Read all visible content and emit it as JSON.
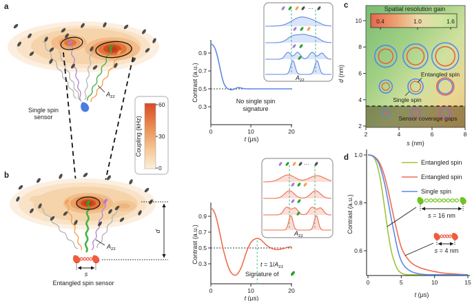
{
  "panel_labels": {
    "a": "a",
    "b": "b",
    "c": "c",
    "d": "d"
  },
  "azz": {
    "base": "A",
    "sub": "zz"
  },
  "ellipsis": "···",
  "icons": {
    "spin-icon": "tilted dark grain (nuclear spin)",
    "target-spin-icon": "green spin",
    "purple-spin-icon": "purple spin",
    "orange-spin-icon": "orange spin",
    "single-sensor-icon": "blue spin blob",
    "entangled-sensor-icon": "two red spin blobs joined by helix"
  },
  "colors": {
    "blue": "#5d87e6",
    "red": "#ef6a4e",
    "green_curve": "#9ec437",
    "purple": "#a97fd0",
    "orange": "#f5a04c",
    "gray_spin": "#4d4d4d",
    "circle_blue": "#5585f0",
    "circle_red": "#e8604a",
    "marker_green": "#4dbd7c"
  },
  "panel_a": {
    "sensor_label": [
      "Single spin",
      "sensor"
    ],
    "plot": {
      "ylabel": "Contrast (a.u.)",
      "xlabel_t": "t",
      "xlabel_unit": " (μs)",
      "yticks": [
        "0.9",
        "0.7",
        "0.5",
        "0.3"
      ],
      "xticks": [
        "0",
        "10",
        "20"
      ],
      "annotation": [
        "No single spin",
        "signature"
      ]
    }
  },
  "colorbar": {
    "title": "Coupling (kHz)",
    "ticks": [
      "60",
      "30",
      "0"
    ]
  },
  "panel_b": {
    "sensor_label": "Entangled spin sensor",
    "s_label": "s",
    "d_label": "d",
    "plot": {
      "ylabel": "Contrast (a.u.)",
      "xlabel_t": "t",
      "xlabel_unit": " (μs)",
      "yticks": [
        "0.9",
        "0.7",
        "0.5",
        "0.3"
      ],
      "xticks": [
        "0",
        "10",
        "20"
      ],
      "ann_t": "t",
      "ann_eq": " = 1/",
      "signature": "Signature of"
    }
  },
  "panel_c": {
    "title": "Spatial resolution gain",
    "cb_ticks": [
      "0.4",
      "1.0",
      "1.6"
    ],
    "ylabel_d": "d",
    "ylabel_unit": " (nm)",
    "xlabel_s": "s",
    "xlabel_unit": " (nm)",
    "yticks": [
      "2",
      "4",
      "6",
      "8",
      "10"
    ],
    "xticks": [
      "2",
      "4",
      "6",
      "8"
    ],
    "label_entangled": "Entangled spin",
    "label_single": "Single spin",
    "label_gaps": "Sensor coverage gaps"
  },
  "panel_d": {
    "legend": [
      "Entangled spin",
      "Entangled spin",
      "Single spin"
    ],
    "ylabel": "Contrast (a.u.)",
    "xlabel_t": "t",
    "xlabel_unit": " (μs)",
    "yticks": [
      "1.0",
      "0.8",
      "0.6"
    ],
    "xticks": [
      "0",
      "5",
      "10",
      "15"
    ],
    "inset_green_s": "s",
    "inset_green_val": " = 16 nm",
    "inset_red_s": "s",
    "inset_red_val": " = 4 nm"
  },
  "chart_data": [
    {
      "id": "a_contrast",
      "type": "line",
      "xlabel": "t (μs)",
      "ylabel": "Contrast (a.u.)",
      "xlim": [
        0,
        20
      ],
      "yticks": [
        0.3,
        0.5,
        0.7,
        0.9
      ],
      "reference_y": 0.5,
      "annotation": "No single spin signature",
      "series": [
        {
          "name": "Single spin sensor",
          "color": "#5d87e6",
          "x": [
            0,
            0.5,
            1,
            1.5,
            2,
            2.5,
            3,
            3.5,
            4,
            4.5,
            5,
            5.5,
            6,
            6.5,
            7,
            7.5,
            8,
            9,
            10,
            12,
            14,
            16,
            18,
            20
          ],
          "y": [
            1.0,
            0.99,
            0.955,
            0.885,
            0.79,
            0.685,
            0.59,
            0.535,
            0.508,
            0.496,
            0.49,
            0.492,
            0.5,
            0.512,
            0.514,
            0.509,
            0.504,
            0.5,
            0.5,
            0.5,
            0.5,
            0.5,
            0.5,
            0.5
          ]
        }
      ]
    },
    {
      "id": "b_contrast",
      "type": "line",
      "xlabel": "t (μs)",
      "ylabel": "Contrast (a.u.)",
      "xlim": [
        0,
        20
      ],
      "yticks": [
        0.3,
        0.5,
        0.7,
        0.9
      ],
      "reference_y": 0.5,
      "annotation": "t = 1/Azz ; Signature of target spin",
      "marker_t": 11.5,
      "series": [
        {
          "name": "Entangled spin sensor",
          "color": "#ef6a4e",
          "x": [
            0,
            0.5,
            1,
            1.5,
            2,
            2.5,
            3,
            3.5,
            4,
            4.5,
            5,
            5.5,
            6,
            6.5,
            7,
            7.5,
            8,
            8.5,
            9,
            9.5,
            10,
            10.5,
            11,
            11.5,
            12,
            12.5,
            13,
            13.5,
            14,
            14.5,
            15,
            15.5,
            16,
            16.5,
            17,
            17.5,
            18,
            18.5,
            19,
            19.5,
            20
          ],
          "y": [
            1.0,
            0.985,
            0.935,
            0.85,
            0.74,
            0.62,
            0.5,
            0.4,
            0.31,
            0.24,
            0.19,
            0.165,
            0.155,
            0.166,
            0.2,
            0.25,
            0.32,
            0.4,
            0.47,
            0.53,
            0.575,
            0.6,
            0.615,
            0.62,
            0.615,
            0.6,
            0.575,
            0.55,
            0.527,
            0.51,
            0.497,
            0.487,
            0.481,
            0.479,
            0.481,
            0.487,
            0.493,
            0.5,
            0.507,
            0.512,
            0.515
          ]
        }
      ]
    },
    {
      "id": "c_resolution",
      "type": "heatmap",
      "title": "Spatial resolution gain",
      "colorbar": {
        "range": [
          0.4,
          1.6
        ],
        "tick_values": [
          0.4,
          1.0,
          1.6
        ]
      },
      "xlabel": "s (nm)",
      "ylabel": "d (nm)",
      "xlim": [
        2,
        8
      ],
      "ylim": [
        2,
        10
      ],
      "dashed_boundary_d": 3.5,
      "region_below_boundary": "Sensor coverage gaps",
      "circles": [
        {
          "s": 3.2,
          "d": 7.3,
          "r_single": 16,
          "r_entangled": 10.5
        },
        {
          "s": 5.0,
          "d": 7.3,
          "r_single": 18,
          "r_entangled": 12.5
        },
        {
          "s": 6.8,
          "d": 7.3,
          "r_single": 19.5,
          "r_entangled": 14
        },
        {
          "s": 3.2,
          "d": 5.0,
          "r_single": 9.5,
          "r_entangled": 5.5
        },
        {
          "s": 5.0,
          "d": 5.0,
          "r_single": 11,
          "r_entangled": 7.5
        },
        {
          "s": 6.8,
          "d": 5.0,
          "r_single": 10.5,
          "r_entangled": 12.5
        },
        {
          "s": 3.2,
          "d": 3.0,
          "r_single": 5,
          "r_entangled": 1.8
        },
        {
          "s": 5.0,
          "d": 3.0,
          "r_single": 7,
          "r_entangled": 5.5
        },
        {
          "s": 6.8,
          "d": 3.0,
          "r_single": 7,
          "r_entangled": 9.5
        }
      ]
    },
    {
      "id": "d_contrast",
      "type": "line",
      "xlabel": "t (μs)",
      "ylabel": "Contrast (a.u.)",
      "xlim": [
        0,
        15
      ],
      "yticks": [
        0.6,
        0.8,
        1.0
      ],
      "legend_position": "upper right",
      "series": [
        {
          "name": "Entangled spin (s = 16 nm)",
          "color": "#9ec437",
          "x": [
            0,
            0.5,
            1,
            1.5,
            2,
            2.5,
            3,
            3.5,
            4,
            4.5,
            5,
            5.5,
            6,
            7,
            8,
            10,
            12,
            15
          ],
          "y": [
            1.0,
            0.998,
            0.985,
            0.945,
            0.875,
            0.78,
            0.68,
            0.6,
            0.55,
            0.52,
            0.507,
            0.502,
            0.5,
            0.5,
            0.5,
            0.5,
            0.5,
            0.5
          ]
        },
        {
          "name": "Entangled spin (s = 4 nm)",
          "color": "#ef6a4e",
          "x": [
            0,
            0.5,
            1,
            1.5,
            2,
            2.5,
            3,
            3.5,
            4,
            4.5,
            5,
            5.5,
            6,
            6.5,
            7,
            7.5,
            8,
            9,
            10,
            11,
            12,
            13,
            14,
            15
          ],
          "y": [
            1.0,
            0.999,
            0.992,
            0.978,
            0.952,
            0.91,
            0.855,
            0.79,
            0.725,
            0.665,
            0.615,
            0.585,
            0.565,
            0.55,
            0.54,
            0.533,
            0.527,
            0.519,
            0.513,
            0.508,
            0.505,
            0.503,
            0.501,
            0.5
          ]
        },
        {
          "name": "Single spin",
          "color": "#5d87e6",
          "x": [
            0,
            0.5,
            1,
            1.5,
            2,
            2.5,
            3,
            3.5,
            4,
            4.5,
            5,
            5.5,
            6,
            6.5,
            7,
            8,
            9,
            10,
            12,
            15
          ],
          "y": [
            1.0,
            0.998,
            0.99,
            0.972,
            0.935,
            0.88,
            0.81,
            0.735,
            0.665,
            0.6,
            0.558,
            0.535,
            0.522,
            0.513,
            0.508,
            0.502,
            0.5,
            0.5,
            0.5,
            0.5
          ]
        }
      ]
    }
  ]
}
